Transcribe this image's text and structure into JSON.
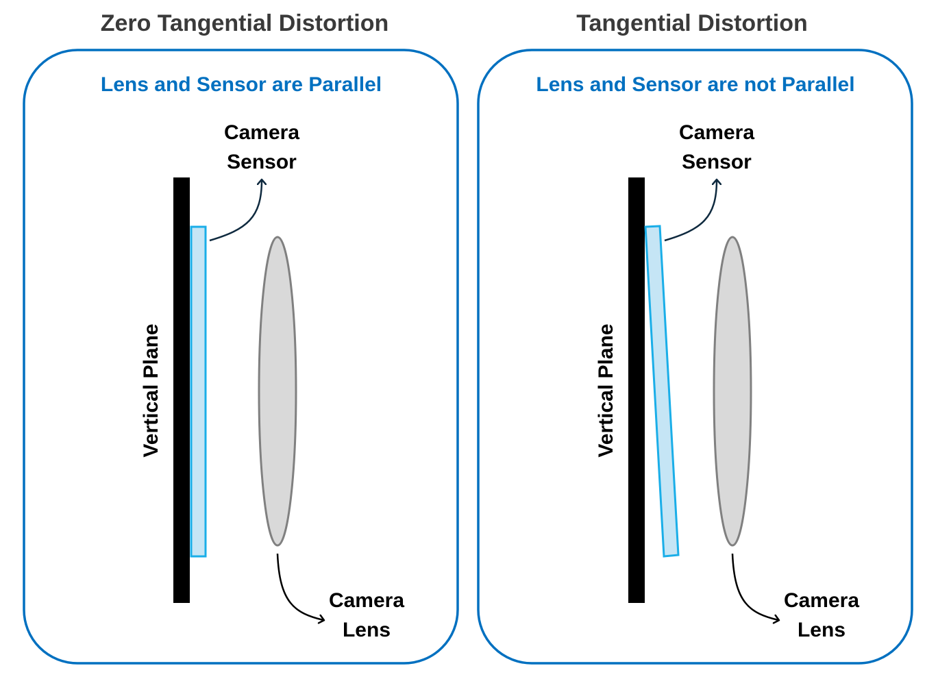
{
  "colors": {
    "panel_border": "#0070c0",
    "subtitle": "#0070c0",
    "title": "#3a3a3a",
    "plane": "#000000",
    "sensor_fill": "#c5e5f5",
    "sensor_stroke": "#1aaee8",
    "lens_fill": "#d9d9d9",
    "lens_stroke": "#808080",
    "sensor_arrow": "#0f2a3f",
    "lens_arrow": "#000000"
  },
  "panels": [
    {
      "title": "Zero Tangential Distortion",
      "subtitle": "Lens and Sensor are Parallel",
      "plane_label": "Vertical Plane",
      "sensor_label": [
        "Camera",
        "Sensor"
      ],
      "lens_label": [
        "Camera",
        "Lens"
      ],
      "sensor_tilted": false
    },
    {
      "title": "Tangential Distortion",
      "subtitle": "Lens and Sensor are not Parallel",
      "plane_label": "Vertical Plane",
      "sensor_label": [
        "Camera",
        "Sensor"
      ],
      "lens_label": [
        "Camera",
        "Lens"
      ],
      "sensor_tilted": true
    }
  ]
}
